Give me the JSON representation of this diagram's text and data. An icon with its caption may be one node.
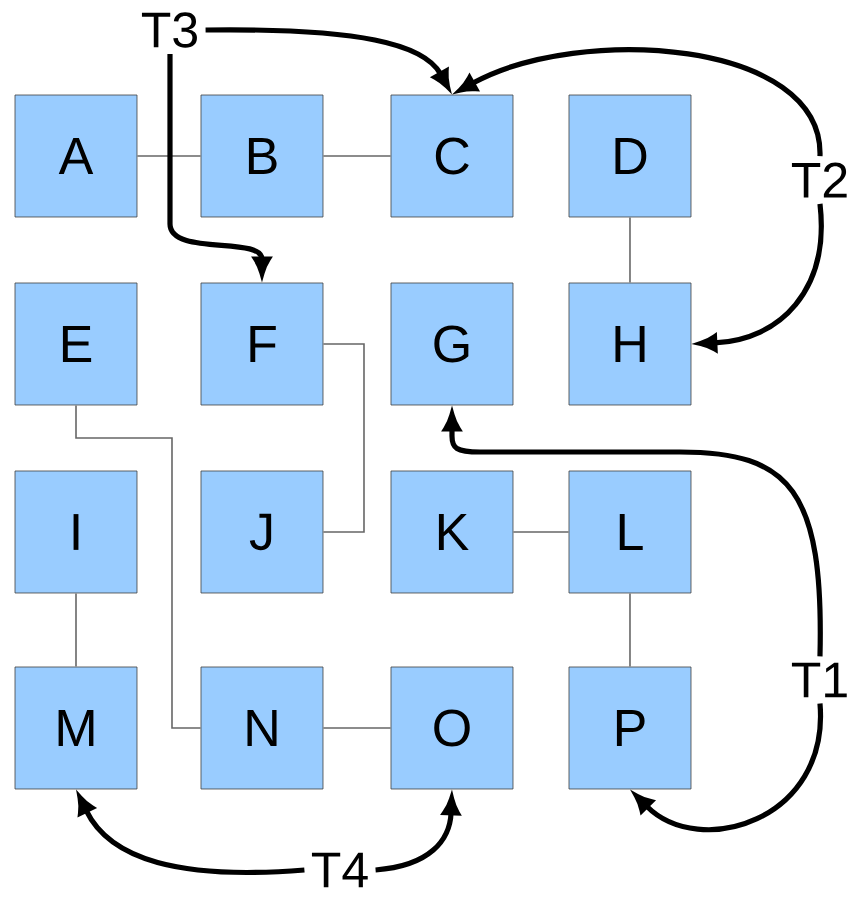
{
  "diagram": {
    "nodes": [
      {
        "text": [
          "A"
        ]
      },
      {
        "text": [
          "B"
        ]
      },
      {
        "text": [
          "C"
        ]
      },
      {
        "text": [
          "D"
        ]
      },
      {
        "text": [
          "E"
        ]
      },
      {
        "text": [
          "F"
        ]
      },
      {
        "text": [
          "G"
        ]
      },
      {
        "text": [
          "H"
        ]
      },
      {
        "text": [
          "I"
        ]
      },
      {
        "text": [
          "J"
        ]
      },
      {
        "text": [
          "K"
        ]
      },
      {
        "text": [
          "L"
        ]
      },
      {
        "text": [
          "M"
        ]
      },
      {
        "text": [
          "N"
        ]
      },
      {
        "text": [
          "O"
        ]
      },
      {
        "text": [
          "P"
        ]
      },
      {
        "text": [
          "T3"
        ]
      },
      {
        "text": [
          "T2"
        ]
      },
      {
        "text": [
          "T1"
        ]
      },
      {
        "text": [
          "T4"
        ]
      }
    ],
    "edges": [
      {
        "from": 0,
        "to": 1,
        "arrow": "none"
      },
      {
        "from": 1,
        "to": 2,
        "arrow": "none"
      },
      {
        "from": 3,
        "to": 7,
        "arrow": "none"
      },
      {
        "from": 4,
        "to": 13,
        "arrow": "none"
      },
      {
        "from": 5,
        "to": 9,
        "arrow": "none"
      },
      {
        "from": 10,
        "to": 11,
        "arrow": "none"
      },
      {
        "from": 8,
        "to": 12,
        "arrow": "none"
      },
      {
        "from": 11,
        "to": 15,
        "arrow": "none"
      },
      {
        "from": 13,
        "to": 14,
        "arrow": "none"
      },
      {
        "from": 16,
        "to": 5,
        "arrow": "to",
        "style": "thick",
        "color": "#000000"
      },
      {
        "from": 16,
        "to": 2,
        "arrow": "to",
        "style": "thick",
        "color": "#000000"
      },
      {
        "from": 17,
        "to": 2,
        "arrow": "to",
        "style": "thick",
        "color": "#000000"
      },
      {
        "from": 17,
        "to": 7,
        "arrow": "to",
        "style": "thick",
        "color": "#000000"
      },
      {
        "from": 18,
        "to": 6,
        "arrow": "to",
        "style": "thick",
        "color": "#000000"
      },
      {
        "from": 18,
        "to": 15,
        "arrow": "to",
        "style": "thick",
        "color": "#000000"
      },
      {
        "from": 19,
        "to": 12,
        "arrow": "to",
        "style": "thick",
        "color": "#000000"
      },
      {
        "from": 19,
        "to": 14,
        "arrow": "to",
        "style": "thick",
        "color": "#000000"
      }
    ]
  }
}
